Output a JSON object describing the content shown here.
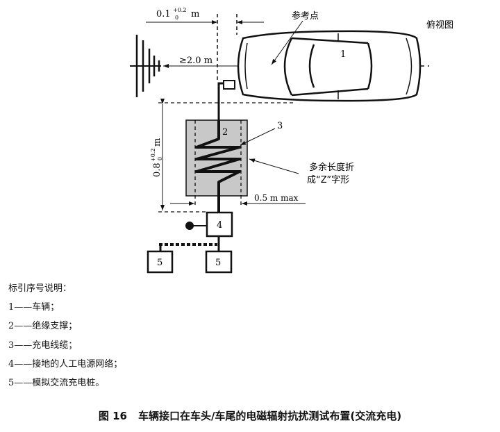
{
  "diagram": {
    "view_label": "俯视图",
    "reference_point_label": "参考点",
    "vehicle_number": "1",
    "support_number": "2",
    "cable_number": "3",
    "ainsn_number": "4",
    "charger_number": "5",
    "dim_top": "0.1",
    "dim_top_tol_upper": "+0.2",
    "dim_top_tol_lower": "0",
    "dim_unit": "m",
    "dim_antenna": "≥2.0 m",
    "dim_height": "0.8",
    "dim_height_tol_upper": "+0.2",
    "dim_height_tol_lower": "0",
    "dim_width": "0.5 m max",
    "z_note_line1": "多余长度折",
    "z_note_line2": "成“Z”字形"
  },
  "legend": {
    "title": "标引序号说明：",
    "items": [
      "1——车辆；",
      "2——绝缘支撑；",
      "3——充电线缆；",
      "4——接地的人工电源网络；",
      "5——模拟交流充电桩。"
    ]
  },
  "caption": {
    "number": "图 16",
    "text": "车辆接口在车头/车尾的电磁辐射抗扰测试布置(交流充电)"
  }
}
